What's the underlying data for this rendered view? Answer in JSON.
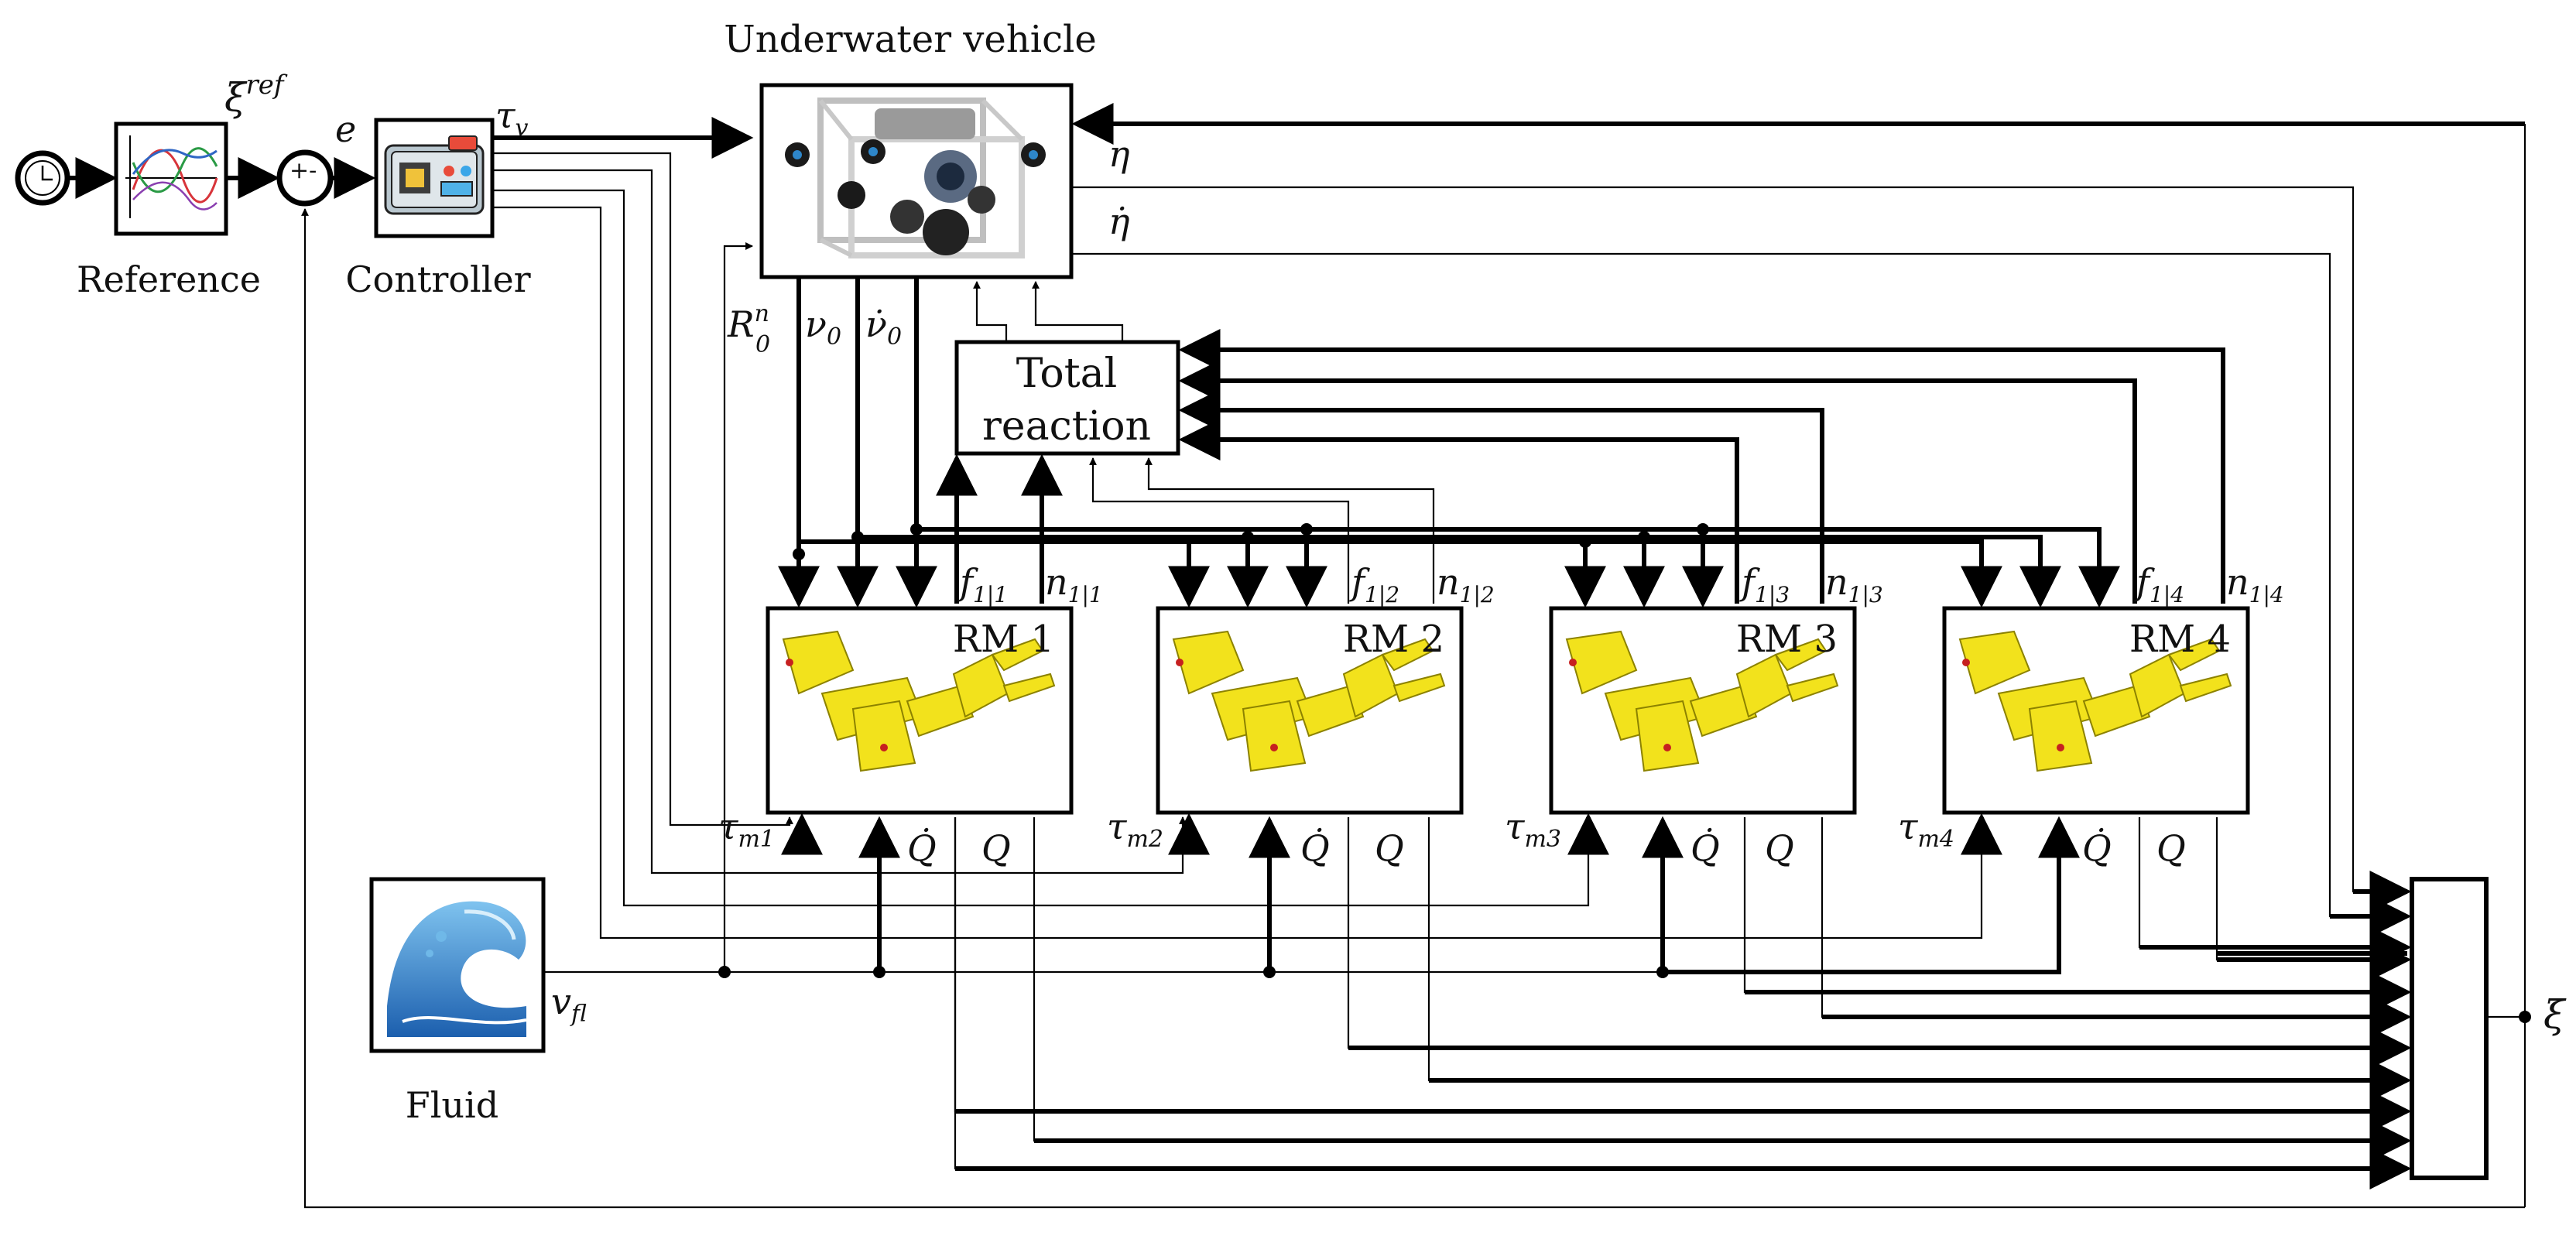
{
  "blocks": {
    "vehicle_title": "Underwater vehicle",
    "reference": "Reference",
    "controller": "Controller",
    "fluid": "Fluid",
    "total_reaction_line1": "Total",
    "total_reaction_line2": "reaction",
    "rm": [
      "RM 1",
      "RM 2",
      "RM 3",
      "RM 4"
    ]
  },
  "signals": {
    "xi_ref_base": "ξ",
    "xi_ref_sup": "ref",
    "error": "e",
    "tau_v_base": "τ",
    "tau_v_sub": "v",
    "eta": "η",
    "eta_dot": "η̇",
    "R_base": "R",
    "R_sup": "n",
    "R_sub": "0",
    "nu_base": "ν",
    "nu_sub": "0",
    "nu_dot_base": "ν̇",
    "nu_dot_sub": "0",
    "v_fl_base": "v",
    "v_fl_sub": "fl",
    "xi_out": "ξ",
    "Q_dot": "Q̇",
    "Q": "Q",
    "sum_signs": "+-",
    "f_base": "f",
    "n_base": "n",
    "tau_m_base": "τ",
    "arm_subs": [
      {
        "f": "1|1",
        "n": "1|1",
        "tau": "m1"
      },
      {
        "f": "1|2",
        "n": "1|2",
        "tau": "m2"
      },
      {
        "f": "1|3",
        "n": "1|3",
        "tau": "m3"
      },
      {
        "f": "1|4",
        "n": "1|4",
        "tau": "m4"
      }
    ]
  },
  "icons": {
    "clock": "clock-icon",
    "reference": "signal-plot-icon",
    "controller": "circuit-board-icon",
    "vehicle": "rov-vehicle-icon",
    "fluid": "wave-icon",
    "arm": "robot-arm-icon"
  }
}
